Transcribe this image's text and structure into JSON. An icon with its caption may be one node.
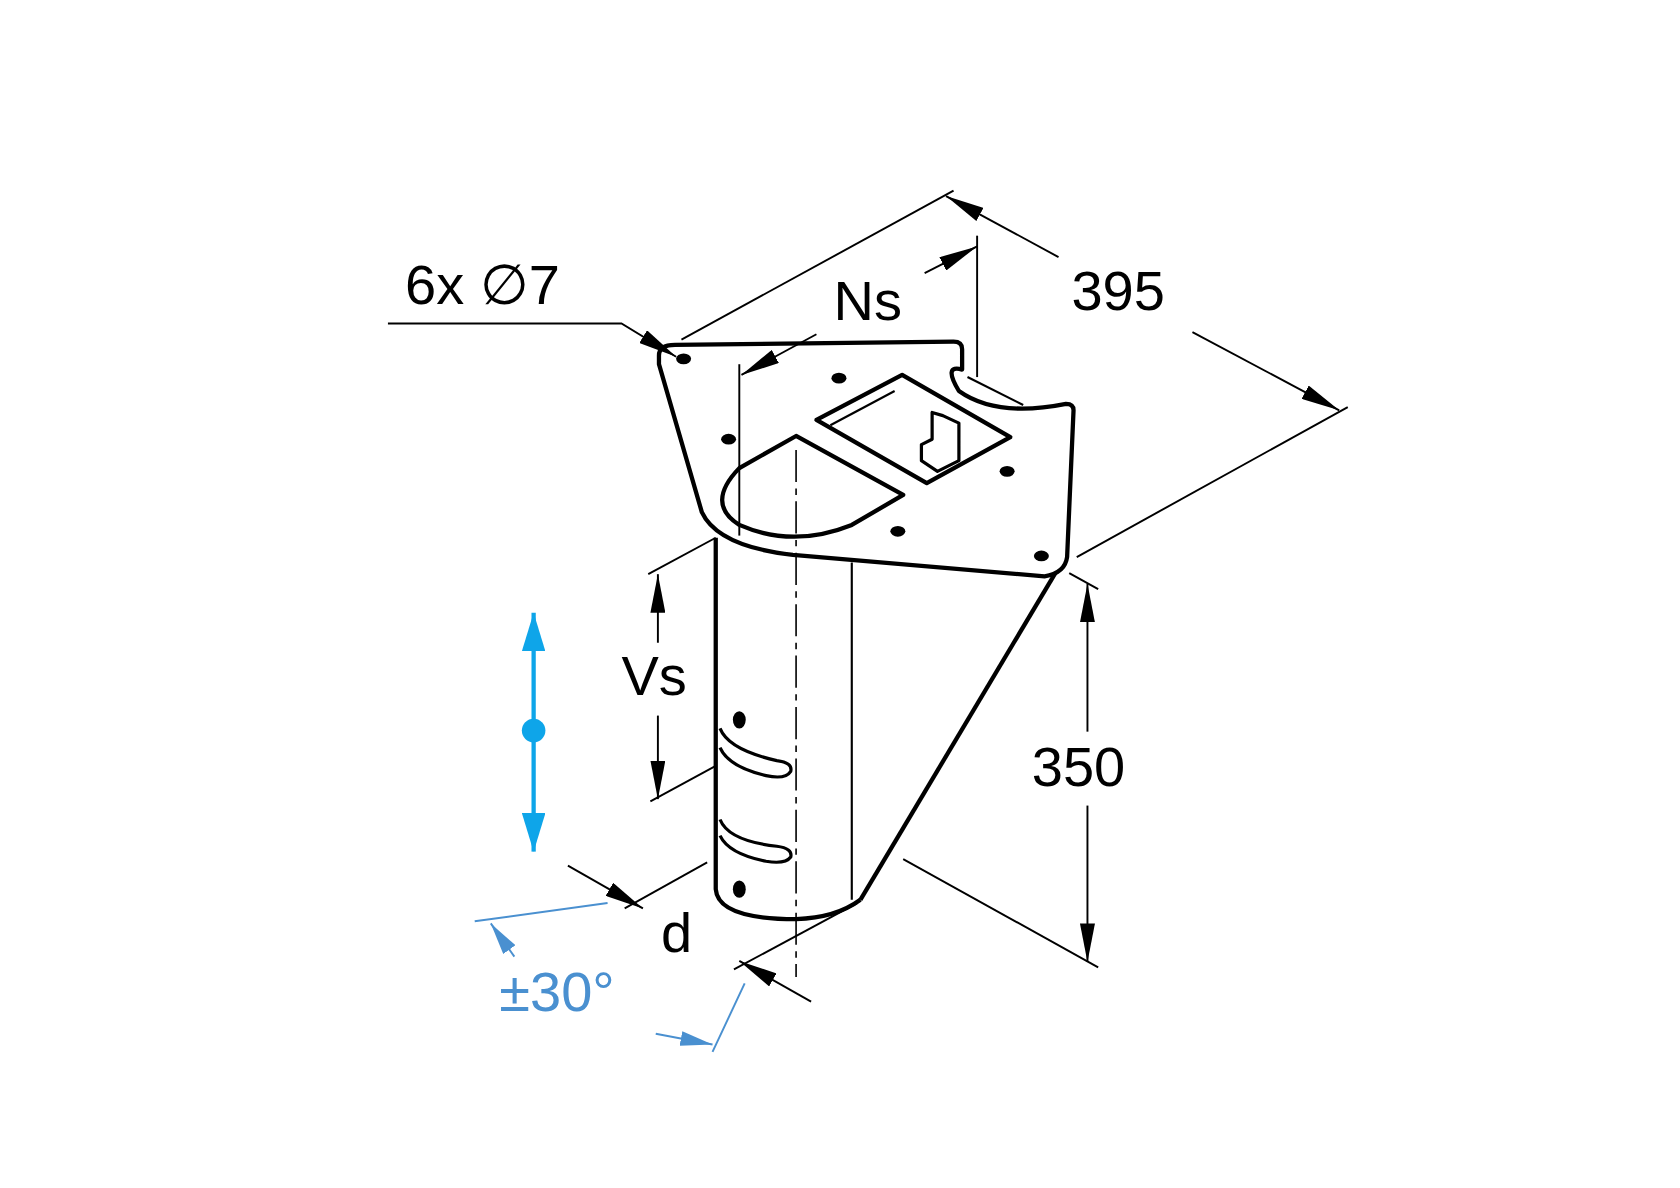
{
  "diagram": {
    "nodes": [
      {
        "text": [
          "6x ∅7"
        ]
      },
      {
        "text": [],
        "shape": "circle"
      }
    ],
    "edges": [
      {
        "from": 0,
        "to": 1,
        "arrow": "to"
      }
    ],
    "labels": [
      "Ns",
      "395",
      "Vs",
      "350",
      "d",
      "±30°"
    ]
  }
}
